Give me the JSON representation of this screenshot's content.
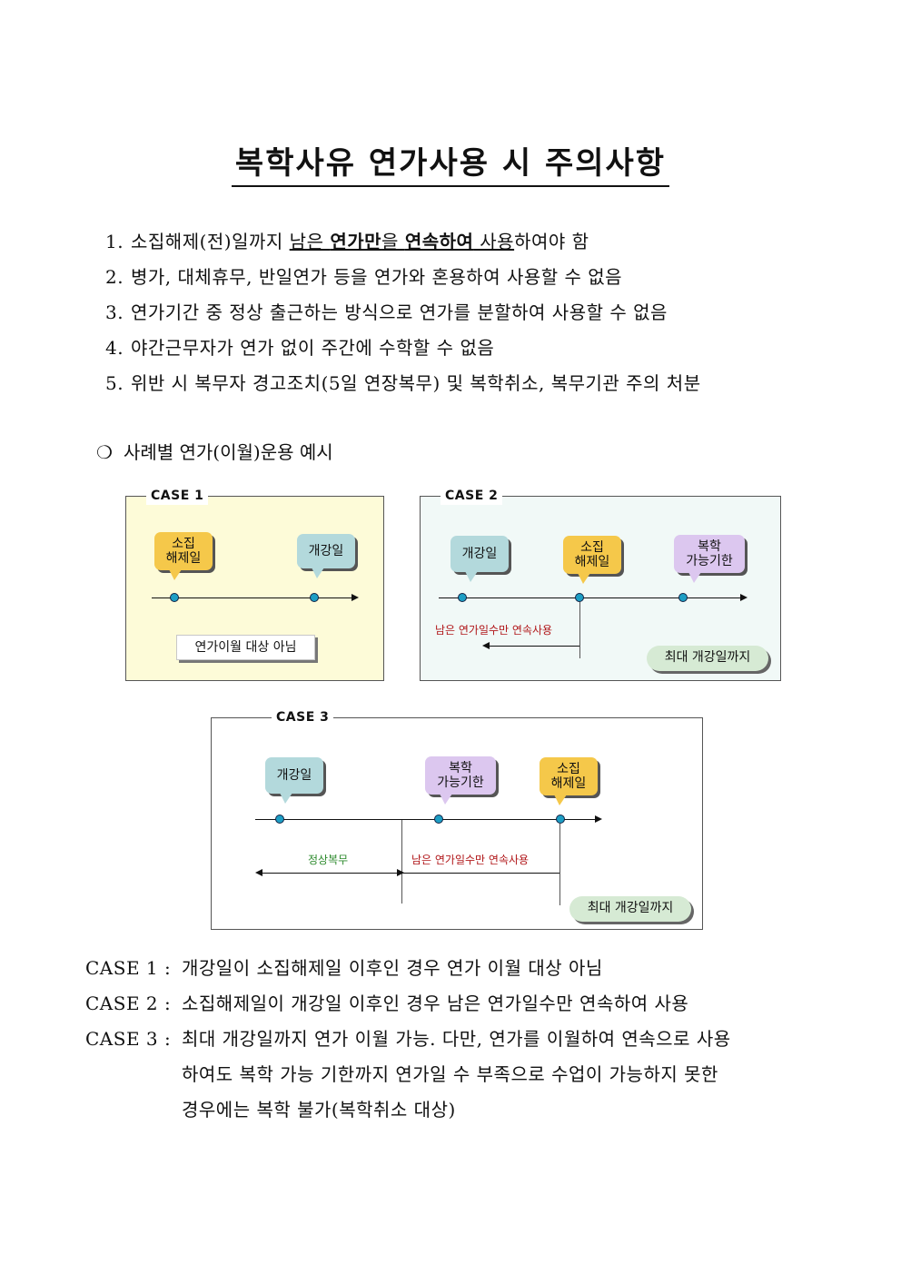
{
  "title": "복학사유 연가사용 시 주의사항",
  "rules": [
    {
      "num": "1.",
      "parts": [
        "소집해제(전)일까지 ",
        "남은 ",
        "연가만",
        "을 ",
        "연속하여",
        " 사용",
        "하여야 함"
      ]
    },
    {
      "num": "2.",
      "text": "병가, 대체휴무, 반일연가 등을 연가와 혼용하여 사용할 수 없음"
    },
    {
      "num": "3.",
      "text": "연가기간 중 정상 출근하는 방식으로 연가를 분할하여 사용할 수 없음"
    },
    {
      "num": "4.",
      "text": "야간근무자가 연가 없이 주간에 수학할 수 없음"
    },
    {
      "num": "5.",
      "text": "위반 시 복무자 경고조치(5일 연장복무) 및 복학취소, 복무기관 주의 처분"
    }
  ],
  "subheading": {
    "bullet": "❍",
    "text": "사례별 연가(이월)운용 예시"
  },
  "case1": {
    "label": "CASE 1",
    "bubble_a": [
      "소집",
      "해제일"
    ],
    "bubble_b": "개강일",
    "note": "연가이월 대상 아님"
  },
  "case2": {
    "label": "CASE 2",
    "bubble_a": "개강일",
    "bubble_b": [
      "소집",
      "해제일"
    ],
    "bubble_c": [
      "복학",
      "가능기한"
    ],
    "red_text": "남은 연가일수만 연속사용",
    "pill": "최대 개강일까지"
  },
  "case3": {
    "label": "CASE 3",
    "bubble_a": "개강일",
    "bubble_b": [
      "복학",
      "가능기한"
    ],
    "bubble_c": [
      "소집",
      "해제일"
    ],
    "green_text": "정상복무",
    "red_text": "남은 연가일수만 연속사용",
    "pill": "최대 개강일까지"
  },
  "case_descriptions": [
    {
      "label": "CASE 1 :",
      "text": "개강일이 소집해제일 이후인 경우 연가 이월 대상 아님"
    },
    {
      "label": "CASE 2 :",
      "text": "소집해제일이 개강일 이후인 경우 남은 연가일수만 연속하여 사용"
    },
    {
      "label": "CASE 3 :",
      "text": "최대 개강일까지 연가 이월 가능. 다만, 연가를 이월하여 연속으로 사용",
      "continuation": [
        "하여도 복학 가능 기한까지 연가일 수 부족으로 수업이 가능하지 못한",
        "경우에는 복학 불가(복학취소 대상)"
      ]
    }
  ],
  "colors": {
    "dot": "#1d9ec4",
    "yellow_bubble": "#f5c84a",
    "blue_bubble": "#b3d9dc",
    "purple_bubble": "#dcc7ef",
    "case1_bg": "#fdfbd8",
    "case2_bg": "#f1f9f7"
  }
}
